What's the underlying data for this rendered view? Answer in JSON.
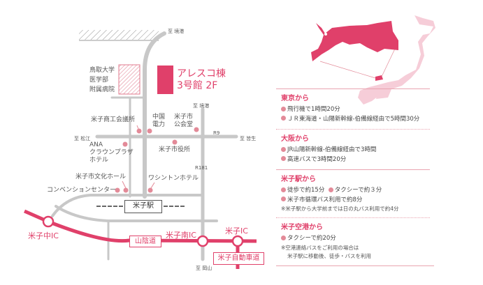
{
  "map": {
    "to_sakaiminato_1": "至 境港",
    "to_sakaiminato_2": "至 境港",
    "to_matsue": "至 松江",
    "to_kaike": "至 皆生",
    "to_okayama": "至 岡山",
    "route_r9": "R9",
    "route_r181": "R181",
    "hospital": [
      "鳥取大学",
      "医学部",
      "附属病院"
    ],
    "building": [
      "アレスコ棟",
      "3号館 2F"
    ],
    "chamber": "米子商工会議所",
    "chugoku_electric": [
      "中国",
      "電力"
    ],
    "public_hall": [
      "米子市",
      "公会堂"
    ],
    "city_hall": "米子市役所",
    "ana_hotel": [
      "ANA",
      "クラウンプラザ",
      "ホテル"
    ],
    "culture_hall": "米子市文化ホール",
    "convention_center": "コンベンションセンター",
    "washington_hotel": "ワシントンホテル",
    "station": "米子駅",
    "ic_naka": "米子中IC",
    "ic_minami": "米子南IC",
    "ic_yonago": "米子IC",
    "sanin_expressway": "山陰道",
    "yonago_expressway": "米子自動車道",
    "colors": {
      "accent": "#e0406a",
      "road": "#c8c8c8",
      "light": "#f6cdd8"
    }
  },
  "access": [
    {
      "heading": "東京から",
      "items": [
        "飛行機で1時間20分",
        "ＪＲ東海道・山陽新幹線-伯備線経由で5時間30分"
      ]
    },
    {
      "heading": "大阪から",
      "items": [
        "JR山陽新幹線-伯備線経由で3時間",
        "高速バスで3時間20分"
      ]
    },
    {
      "heading": "米子駅から",
      "items": [
        "徒歩で約15分",
        "タクシーで約３分",
        "米子市循環バス利用で約8分"
      ],
      "note": [
        "※米子駅から大学前までは日の丸バス利用で約4分"
      ]
    },
    {
      "heading": "米子空港から",
      "items": [
        "タクシーで約20分"
      ],
      "note": [
        "※空港連絡バスをご利用の場合は",
        "米子駅に移動後、徒歩・バスを利用"
      ]
    }
  ]
}
